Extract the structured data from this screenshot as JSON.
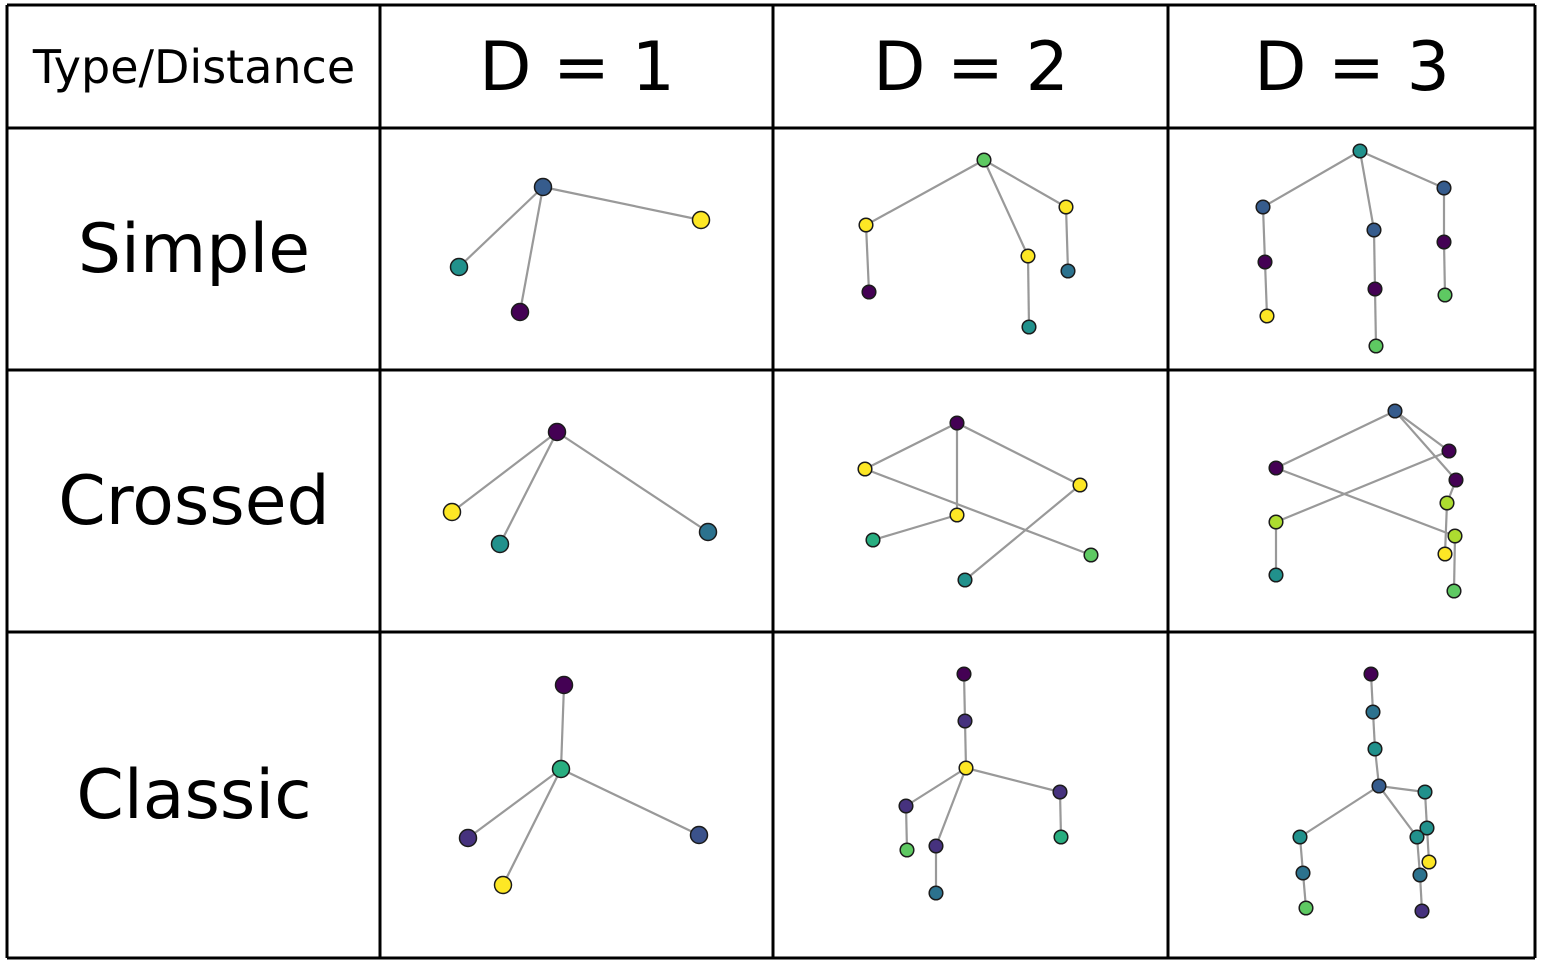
{
  "header": {
    "corner": "Type/Distance",
    "columns": [
      "D = 1",
      "D = 2",
      "D = 3"
    ]
  },
  "rows": [
    "Simple",
    "Crossed",
    "Classic"
  ],
  "colors": {
    "edge": "#999999",
    "node_outline": "#1b1b1b",
    "grid_line": "#000000",
    "palette": {
      "p": "#440154",
      "i": "#46327e",
      "b": "#3b528b",
      "s": "#365c8d",
      "t": "#2c728e",
      "c": "#21918c",
      "g": "#28ae80",
      "e": "#5ec962",
      "l": "#addc30",
      "y": "#fde725"
    }
  },
  "diagrams": [
    {
      "id": "simple-d1",
      "nodes": [
        [
          543,
          187,
          "s"
        ],
        [
          459,
          267,
          "c"
        ],
        [
          520,
          312,
          "p"
        ],
        [
          701,
          220,
          "y"
        ]
      ],
      "edges": [
        [
          0,
          1
        ],
        [
          0,
          2
        ],
        [
          0,
          3
        ]
      ]
    },
    {
      "id": "simple-d2",
      "nodes": [
        [
          984,
          160,
          "e"
        ],
        [
          866,
          225,
          "y"
        ],
        [
          869,
          292,
          "p"
        ],
        [
          1028,
          256,
          "y"
        ],
        [
          1029,
          327,
          "c"
        ],
        [
          1066,
          207,
          "y"
        ],
        [
          1068,
          271,
          "t"
        ]
      ],
      "edges": [
        [
          0,
          1
        ],
        [
          1,
          2
        ],
        [
          0,
          3
        ],
        [
          3,
          4
        ],
        [
          0,
          5
        ],
        [
          5,
          6
        ]
      ]
    },
    {
      "id": "simple-d3",
      "nodes": [
        [
          1360,
          151,
          "c"
        ],
        [
          1263,
          207,
          "s"
        ],
        [
          1265,
          262,
          "p"
        ],
        [
          1267,
          316,
          "y"
        ],
        [
          1374,
          230,
          "s"
        ],
        [
          1375,
          289,
          "p"
        ],
        [
          1376,
          346,
          "e"
        ],
        [
          1444,
          188,
          "s"
        ],
        [
          1444,
          242,
          "p"
        ],
        [
          1445,
          295,
          "e"
        ]
      ],
      "edges": [
        [
          0,
          1
        ],
        [
          1,
          2
        ],
        [
          2,
          3
        ],
        [
          0,
          4
        ],
        [
          4,
          5
        ],
        [
          5,
          6
        ],
        [
          0,
          7
        ],
        [
          7,
          8
        ],
        [
          8,
          9
        ]
      ]
    },
    {
      "id": "crossed-d1",
      "nodes": [
        [
          557,
          432,
          "p"
        ],
        [
          452,
          512,
          "y"
        ],
        [
          500,
          544,
          "c"
        ],
        [
          708,
          532,
          "t"
        ]
      ],
      "edges": [
        [
          0,
          1
        ],
        [
          0,
          2
        ],
        [
          0,
          3
        ]
      ]
    },
    {
      "id": "crossed-d2",
      "nodes": [
        [
          957,
          423,
          "p"
        ],
        [
          865,
          469,
          "y"
        ],
        [
          1091,
          555,
          "e"
        ],
        [
          957,
          515,
          "y"
        ],
        [
          873,
          540,
          "g"
        ],
        [
          1080,
          485,
          "y"
        ],
        [
          965,
          580,
          "c"
        ]
      ],
      "edges": [
        [
          0,
          1
        ],
        [
          1,
          2
        ],
        [
          0,
          3
        ],
        [
          3,
          4
        ],
        [
          0,
          5
        ],
        [
          5,
          6
        ]
      ]
    },
    {
      "id": "crossed-d3",
      "nodes": [
        [
          1395,
          411,
          "s"
        ],
        [
          1276,
          468,
          "p"
        ],
        [
          1455,
          536,
          "l"
        ],
        [
          1454,
          591,
          "e"
        ],
        [
          1449,
          451,
          "p"
        ],
        [
          1276,
          522,
          "l"
        ],
        [
          1276,
          575,
          "c"
        ],
        [
          1456,
          480,
          "p"
        ],
        [
          1447,
          503,
          "l"
        ],
        [
          1445,
          554,
          "y"
        ]
      ],
      "edges": [
        [
          0,
          1
        ],
        [
          1,
          2
        ],
        [
          2,
          3
        ],
        [
          0,
          4
        ],
        [
          4,
          5
        ],
        [
          5,
          6
        ],
        [
          0,
          7
        ],
        [
          7,
          8
        ],
        [
          8,
          9
        ]
      ]
    },
    {
      "id": "classic-d1",
      "nodes": [
        [
          564,
          685,
          "p"
        ],
        [
          561,
          769,
          "g"
        ],
        [
          468,
          838,
          "i"
        ],
        [
          503,
          885,
          "y"
        ],
        [
          699,
          835,
          "b"
        ]
      ],
      "edges": [
        [
          0,
          1
        ],
        [
          1,
          2
        ],
        [
          1,
          3
        ],
        [
          1,
          4
        ]
      ]
    },
    {
      "id": "classic-d2",
      "nodes": [
        [
          964,
          674,
          "p"
        ],
        [
          965,
          721,
          "i"
        ],
        [
          966,
          768,
          "y"
        ],
        [
          906,
          806,
          "i"
        ],
        [
          907,
          850,
          "e"
        ],
        [
          936,
          846,
          "i"
        ],
        [
          936,
          893,
          "t"
        ],
        [
          1060,
          792,
          "i"
        ],
        [
          1061,
          837,
          "g"
        ]
      ],
      "edges": [
        [
          0,
          1
        ],
        [
          1,
          2
        ],
        [
          2,
          3
        ],
        [
          3,
          4
        ],
        [
          2,
          5
        ],
        [
          5,
          6
        ],
        [
          2,
          7
        ],
        [
          7,
          8
        ]
      ]
    },
    {
      "id": "classic-d3",
      "nodes": [
        [
          1371,
          674,
          "p"
        ],
        [
          1373,
          712,
          "t"
        ],
        [
          1375,
          749,
          "c"
        ],
        [
          1379,
          786,
          "s"
        ],
        [
          1300,
          837,
          "c"
        ],
        [
          1303,
          873,
          "t"
        ],
        [
          1306,
          908,
          "e"
        ],
        [
          1425,
          792,
          "c"
        ],
        [
          1427,
          828,
          "c"
        ],
        [
          1429,
          862,
          "y"
        ],
        [
          1417,
          837,
          "c"
        ],
        [
          1420,
          875,
          "t"
        ],
        [
          1422,
          911,
          "i"
        ]
      ],
      "edges": [
        [
          0,
          1
        ],
        [
          1,
          2
        ],
        [
          2,
          3
        ],
        [
          3,
          4
        ],
        [
          4,
          5
        ],
        [
          5,
          6
        ],
        [
          3,
          7
        ],
        [
          7,
          8
        ],
        [
          8,
          9
        ],
        [
          3,
          10
        ],
        [
          10,
          11
        ],
        [
          11,
          12
        ]
      ]
    }
  ]
}
